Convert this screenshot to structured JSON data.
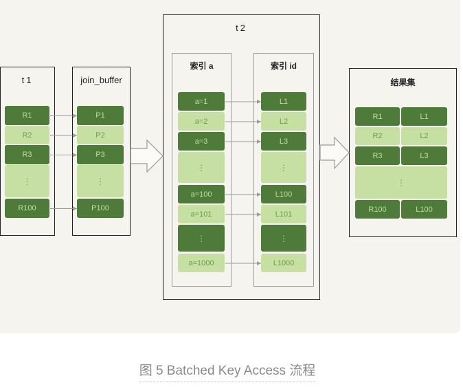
{
  "colors": {
    "background": "#f6f4ef",
    "dark_cell": "#4e7b3a",
    "light_cell": "#c6dfa3",
    "dark_cell_text": "#c3dda3",
    "light_cell_text": "#6e9a4e",
    "box_border": "#222222",
    "index_border": "#9a9a9a",
    "arrow": "#9a9a9a",
    "caption": "#8a8a8a"
  },
  "t1": {
    "title": "t1",
    "rows": [
      "R1",
      "R2",
      "R3",
      "⋮",
      "R100"
    ]
  },
  "join_buffer": {
    "title": "join_buffer",
    "rows": [
      "P1",
      "P2",
      "P3",
      "⋮",
      "P100"
    ]
  },
  "t2": {
    "title": "t2",
    "index_a": {
      "title": "索引 a",
      "rows": [
        "a=1",
        "a=2",
        "a=3",
        "⋮",
        "a=100",
        "a=101",
        "⋮",
        "a=1000"
      ]
    },
    "index_id": {
      "title": "索引 id",
      "rows": [
        "L1",
        "L2",
        "L3",
        "⋮",
        "L100",
        "L101",
        "⋮",
        "L1000"
      ]
    }
  },
  "result_set": {
    "title": "结果集",
    "rows": [
      {
        "r": "R1",
        "l": "L1"
      },
      {
        "r": "R2",
        "l": "L2"
      },
      {
        "r": "R3",
        "l": "L3"
      },
      {
        "ellipsis": "⋮"
      },
      {
        "r": "R100",
        "l": "L100"
      }
    ]
  },
  "caption": "图 5 Batched Key Access 流程"
}
